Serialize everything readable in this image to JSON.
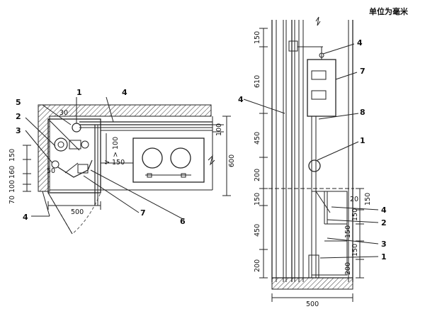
{
  "units_note": "单位为毫米",
  "plan": {
    "callouts": {
      "c1": "1",
      "c2": "2",
      "c3": "3",
      "c4_top": "4",
      "c4_bottom": "4",
      "c5": "5",
      "c6": "6",
      "c7": "7"
    },
    "dims": {
      "d30": "30",
      "d100": "100",
      "d600": "600",
      "d500": "500",
      "d50": "50",
      "d100r": "> 100",
      "d150r": "> 150",
      "stack": [
        "70",
        "100",
        "160",
        "150"
      ]
    }
  },
  "elevation": {
    "callouts": {
      "c4_left": "4",
      "c4_top": "4",
      "c7": "7",
      "c8": "8",
      "c1_mid": "1",
      "c4_r": "4",
      "c2": "2",
      "c3": "3",
      "c1_bot": "1"
    },
    "dims_left": [
      "150",
      "610",
      "450",
      "200",
      "150",
      "450",
      "200"
    ],
    "dims_right": [
      "150",
      "20",
      "150",
      "150",
      "150",
      "200"
    ],
    "dim_bottom": "500"
  }
}
